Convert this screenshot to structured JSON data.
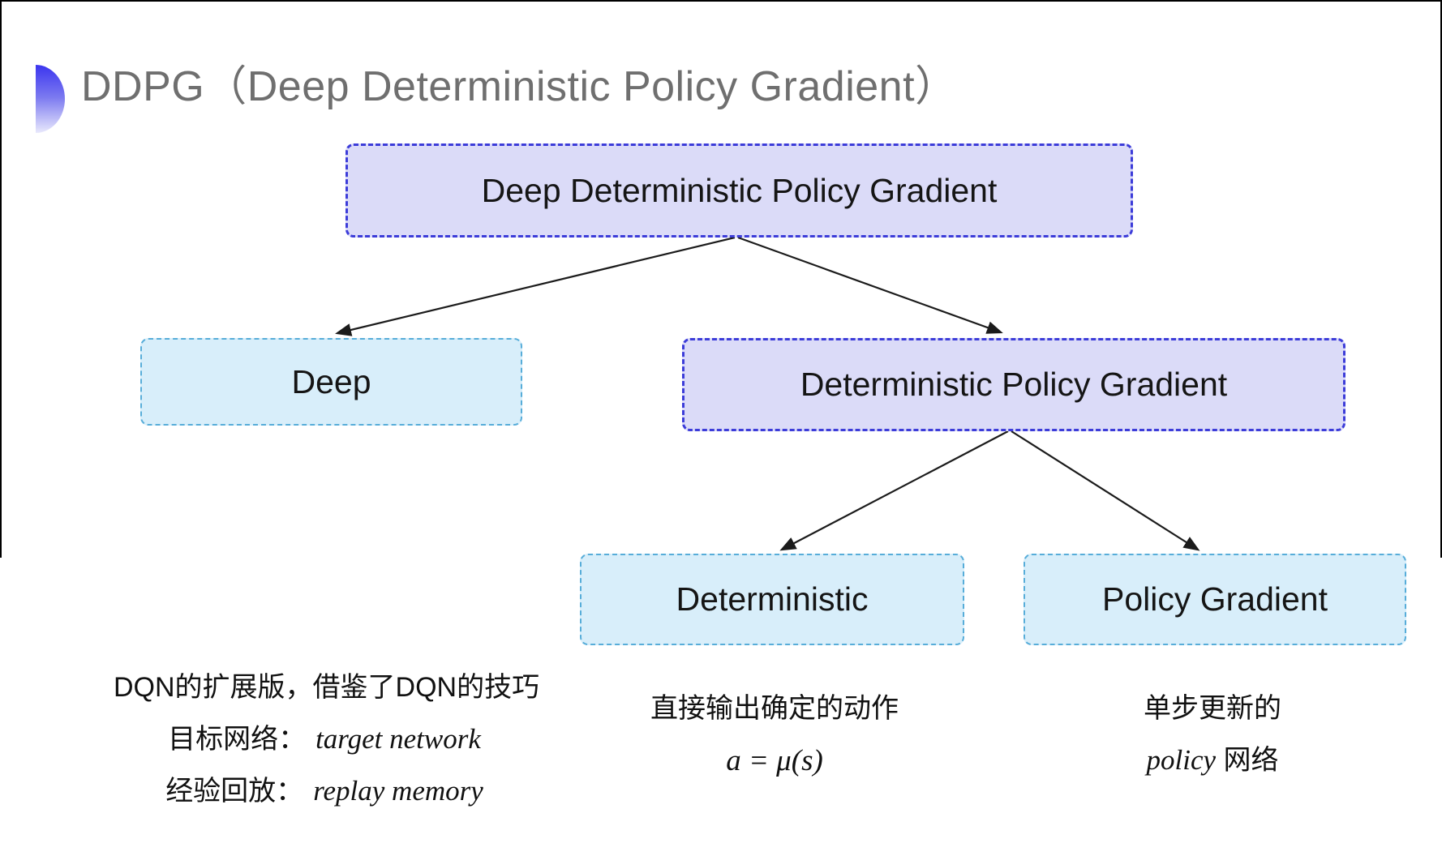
{
  "title": {
    "text": "DDPG（Deep Deterministic Policy Gradient）"
  },
  "diagram": {
    "nodes": {
      "ddpg": {
        "label": "Deep Deterministic Policy Gradient",
        "variant": "purple"
      },
      "deep": {
        "label": "Deep",
        "variant": "cyan"
      },
      "dpg": {
        "label": "Deterministic Policy Gradient",
        "variant": "purple"
      },
      "deterministic": {
        "label": "Deterministic",
        "variant": "cyan"
      },
      "pg": {
        "label": "Policy Gradient",
        "variant": "cyan"
      }
    },
    "edges": [
      {
        "from": "ddpg",
        "to": "deep"
      },
      {
        "from": "ddpg",
        "to": "dpg"
      },
      {
        "from": "dpg",
        "to": "deterministic"
      },
      {
        "from": "dpg",
        "to": "pg"
      }
    ]
  },
  "notes": {
    "deep": {
      "line1": "DQN的扩展版，借鉴了DQN的技巧",
      "line2_label": "目标网络：",
      "line2_value": "target network",
      "line3_label": "经验回放：",
      "line3_value": "replay memory"
    },
    "deterministic": {
      "line1": "直接输出确定的动作",
      "formula": "a = μ(s)"
    },
    "pg": {
      "line1": "单步更新的",
      "line2_value": "policy",
      "line2_label": " 网络"
    }
  },
  "colors": {
    "purple_fill": "#dbdbf8",
    "purple_border": "#3c3cd9",
    "cyan_fill": "#d8eefa",
    "cyan_border": "#57add9",
    "title_gray": "#6f6f6f",
    "arrow": "#1b1b1b",
    "accent_icon_top": "#3b35ef",
    "accent_icon_bottom": "#e9e9fc"
  }
}
